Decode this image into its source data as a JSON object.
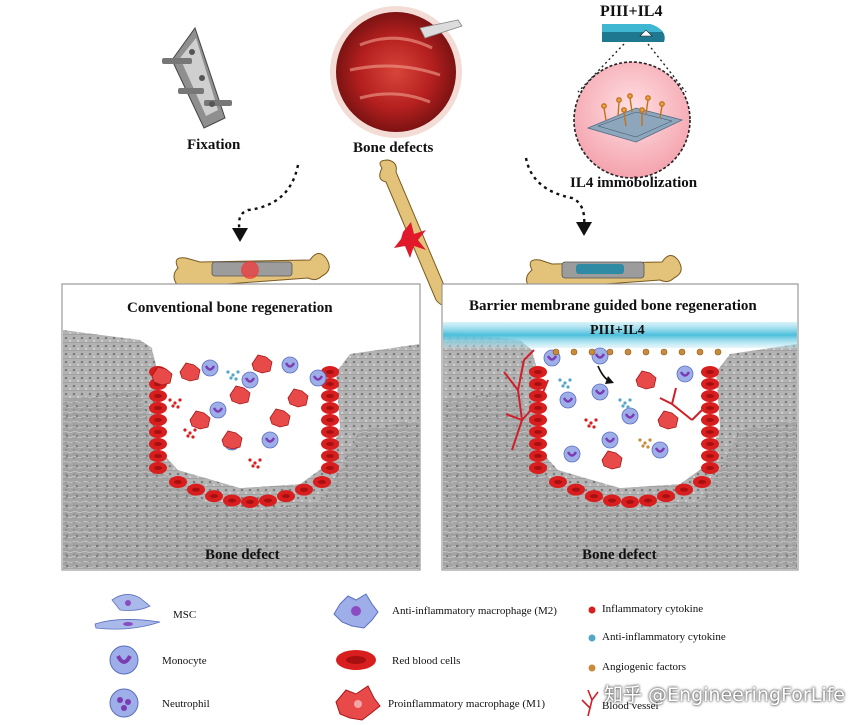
{
  "top": {
    "fixation_label": "Fixation",
    "bone_defects_label": "Bone defects",
    "pih_il4_top_label": "PIII+IL4",
    "il4_immobolization_label": "IL4 immobolization"
  },
  "panels": {
    "left": {
      "title": "Conventional bone regeneration",
      "bottom_label": "Bone defect"
    },
    "right": {
      "title": "Barrier membrane guided bone regeneration",
      "membrane_label": "PIII+IL4",
      "bottom_label": "Bone defect"
    }
  },
  "legend": {
    "msc": "MSC",
    "monocyte": "Monocyte",
    "neutrophil": "Neutrophil",
    "m2": "Anti-inflammatory macrophage (M2)",
    "rbc": "Red blood cells",
    "m1": "Proinflammatory macrophage (M1)",
    "inflammatory_cytokine": "Inflammatory cytokine",
    "anti_inflammatory_cytokine": "Anti-inflammatory cytokine",
    "angiogenic_factors": "Angiogenic factors",
    "blood_vessel": "Blood vessel"
  },
  "watermark": "知乎 @EngineeringForLife",
  "colors": {
    "bone": "#e3c27a",
    "rbc": "#d81e1e",
    "membrane": "#55c3dd",
    "monocyte": "#8ea0e0",
    "m1": "#e84a4a",
    "tissue": "#b9b9b9"
  }
}
